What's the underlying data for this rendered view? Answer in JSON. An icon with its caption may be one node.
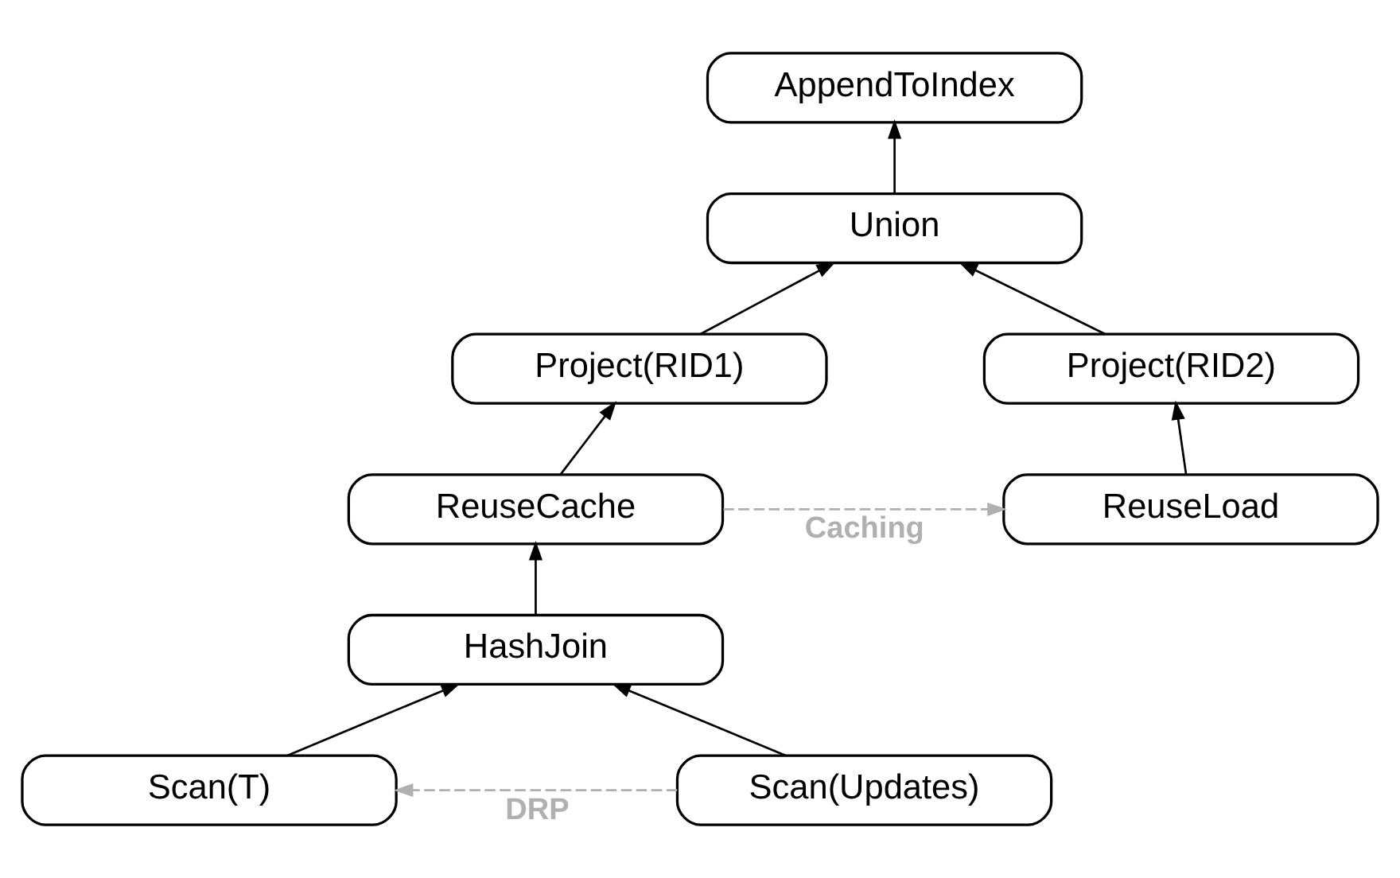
{
  "diagram": {
    "nodes": [
      {
        "text": [
          "AppendToIndex"
        ]
      },
      {
        "text": [
          "Union"
        ]
      },
      {
        "text": [
          "Project(RID1)"
        ]
      },
      {
        "text": [
          "Project(RID2)"
        ]
      },
      {
        "text": [
          "ReuseCache"
        ]
      },
      {
        "text": [
          "ReuseLoad"
        ]
      },
      {
        "text": [
          "HashJoin"
        ]
      },
      {
        "text": [
          "Scan(T)"
        ]
      },
      {
        "text": [
          "Scan(Updates)"
        ]
      }
    ],
    "edges": [
      {
        "from": 1,
        "to": 0,
        "arrow": "to"
      },
      {
        "from": 2,
        "to": 1,
        "arrow": "to"
      },
      {
        "from": 3,
        "to": 1,
        "arrow": "to"
      },
      {
        "from": 4,
        "to": 2,
        "arrow": "to"
      },
      {
        "from": 5,
        "to": 3,
        "arrow": "to"
      },
      {
        "from": 4,
        "to": 5,
        "arrow": "to",
        "label": "Caching",
        "style": "dashed",
        "color": "#b0b0b0"
      },
      {
        "from": 6,
        "to": 4,
        "arrow": "to"
      },
      {
        "from": 7,
        "to": 6,
        "arrow": "to"
      },
      {
        "from": 8,
        "to": 6,
        "arrow": "to"
      },
      {
        "from": 8,
        "to": 7,
        "arrow": "to",
        "label": "DRP",
        "style": "dashed",
        "color": "#b0b0b0"
      }
    ]
  }
}
